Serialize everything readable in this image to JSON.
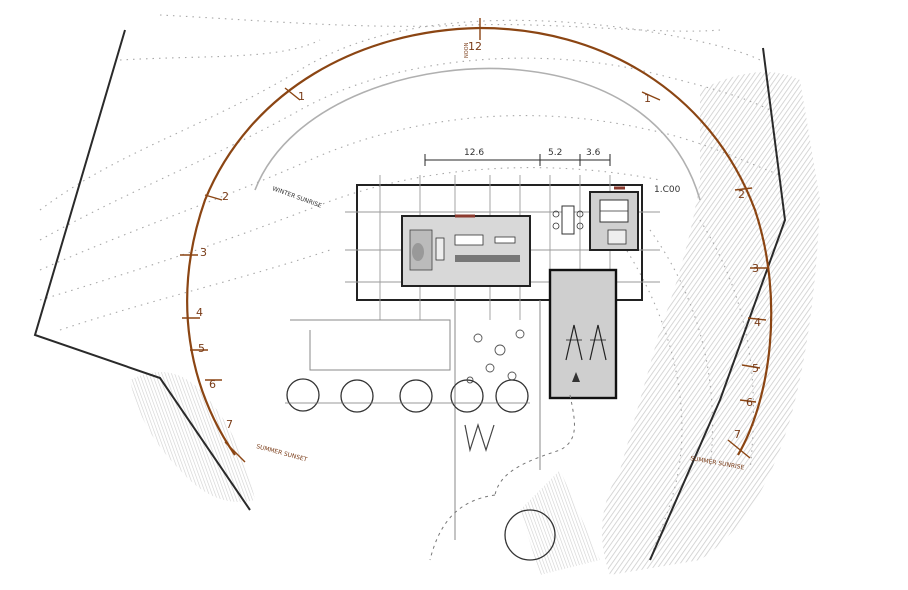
{
  "dimensions": {
    "a": "12.6",
    "b": "5.2",
    "c": "3.6"
  },
  "level_mark": "1.C00",
  "sun_path": {
    "hour_marks": [
      "7",
      "6",
      "5",
      "4",
      "3",
      "2",
      "1",
      "12",
      "1",
      "2",
      "3",
      "4",
      "5",
      "6",
      "7"
    ],
    "summer_sunset": "SUMMER SUNSET",
    "summer_sunrise": "SUMMER SUNRISE",
    "winter_sunrise": "WINTER SUNRISE",
    "solar_noon": "NOON"
  },
  "colors": {
    "sun_path": "#8b4513",
    "ink": "#2a2a2a",
    "pencil": "#9a9a9a",
    "hatch": "#bdbdbd"
  }
}
